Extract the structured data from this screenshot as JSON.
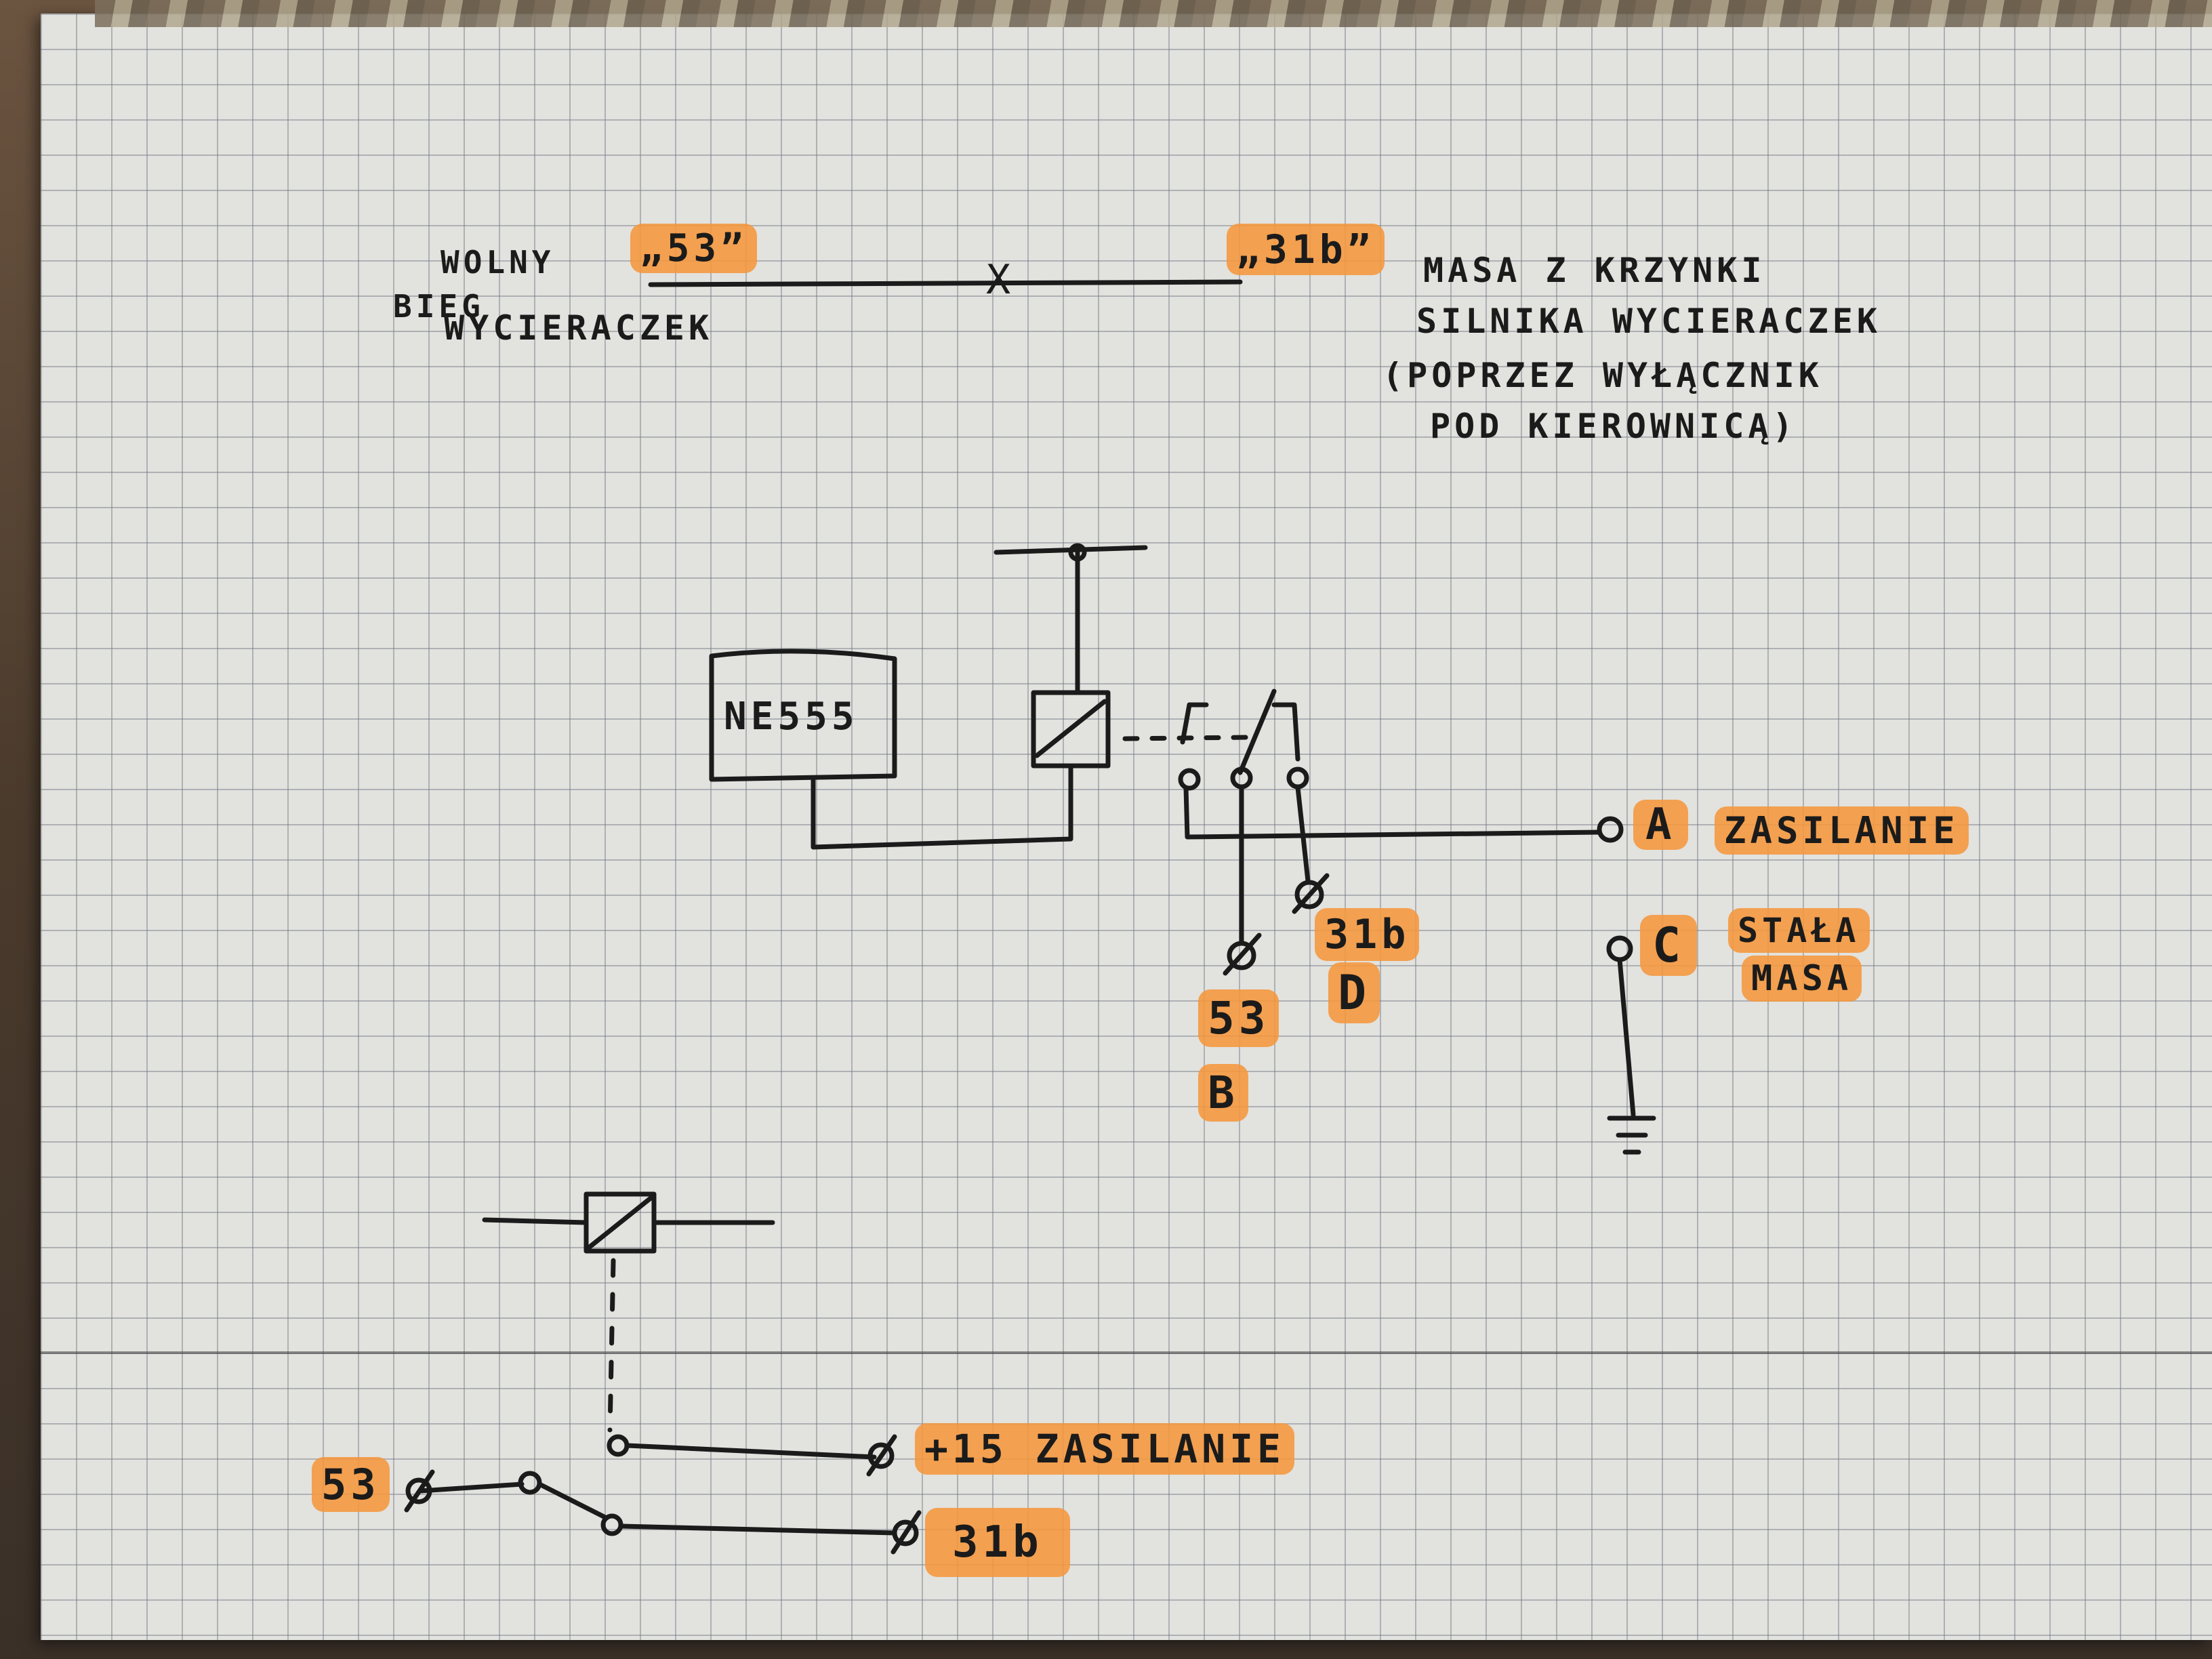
{
  "top_note": {
    "left_label_line1": "WOLNY",
    "left_label_line2": "BIEG",
    "left_label_line3": "WYCIERACZEK",
    "terminal_left": "„53”",
    "cut_mark": "X",
    "terminal_right": "„31b”",
    "right_line1": "MASA Z KRZYNKI",
    "right_line2": "SILNIKA WYCIERACZEK",
    "right_line3": "(POPRZEZ WYŁĄCZNIK",
    "right_line4": "POD KIEROWNICĄ)"
  },
  "relay_circuit": {
    "timer_label": "NE555",
    "point_a_letter": "A",
    "point_a_text": "ZASILANIE",
    "point_c_letter": "C",
    "point_c_text_line1": "STAŁA",
    "point_c_text_line2": "MASA",
    "terminal_31b": "31b",
    "point_d_letter": "D",
    "terminal_53": "53",
    "point_b_letter": "B"
  },
  "switch_circuit": {
    "terminal_53": "53",
    "plus15_text": "+15 ZASILANIE",
    "terminal_31b": "31b"
  },
  "colors": {
    "paper": "#e2e2de",
    "grid": "#6e7680",
    "ink": "#1b1b1b",
    "highlighter": "#f5963c"
  }
}
